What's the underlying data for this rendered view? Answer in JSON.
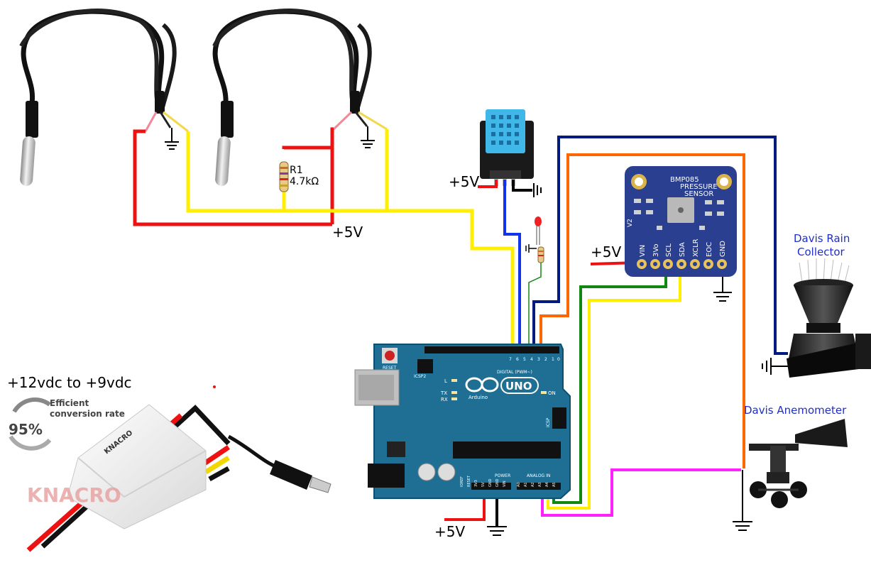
{
  "labels": {
    "five_v_probes": "+5V",
    "five_v_dht": "+5V",
    "five_v_bmp": "+5V",
    "five_v_arduino": "+5V",
    "resistor_ref": "R1",
    "resistor_value": "4.7kΩ",
    "rain_collector_line1": "Davis Rain",
    "rain_collector_line2": "Collector",
    "anemometer": "Davis Anemometer",
    "power_supply_range": "+12vdc to +9vdc"
  },
  "bmp085": {
    "title_line1": "BMP085",
    "title_line2": "PRESSURE",
    "title_line3": "SENSOR",
    "version": "V2",
    "pins": [
      "VIN",
      "3Vo",
      "SCL",
      "SDA",
      "XCLR",
      "EOC",
      "GND"
    ]
  },
  "arduino": {
    "brand": "UNO",
    "name": "Arduino",
    "reset": "RESET",
    "digital_header": "DIGITAL (PWM~)",
    "power_header": "POWER",
    "analog_header": "ANALOG IN",
    "icsp": "ICSP",
    "icsp2": "ICSP2",
    "led_labels": [
      "L",
      "TX",
      "RX",
      "ON"
    ],
    "analog_pins": [
      "A0",
      "A1",
      "A2",
      "A3",
      "A4",
      "A5"
    ],
    "digital_pins": [
      "7",
      "6",
      "5",
      "4",
      "3",
      "2",
      "1",
      "0"
    ],
    "power_pins": [
      "IOREF",
      "RESET",
      "3V3",
      "5V",
      "GND",
      "GND",
      "VIN"
    ]
  },
  "power_supply": {
    "badge_percent": "95%",
    "badge_text_line1": "Efficient",
    "badge_text_line2": "conversion rate",
    "brand_watermark": "KNACRO",
    "box_brand": "KNACRO"
  },
  "colors": {
    "red_wire": "#ee1111",
    "yellow_wire": "#ffee00",
    "blue_wire": "#1133ee",
    "navy_wire": "#001a80",
    "orange_wire": "#ff6600",
    "green_wire": "#118811",
    "magenta_wire": "#ff22ff",
    "arduino_blue": "#1f6f95",
    "bmp_board": "#2a3f8f",
    "davis_text": "#1f2ec8"
  }
}
